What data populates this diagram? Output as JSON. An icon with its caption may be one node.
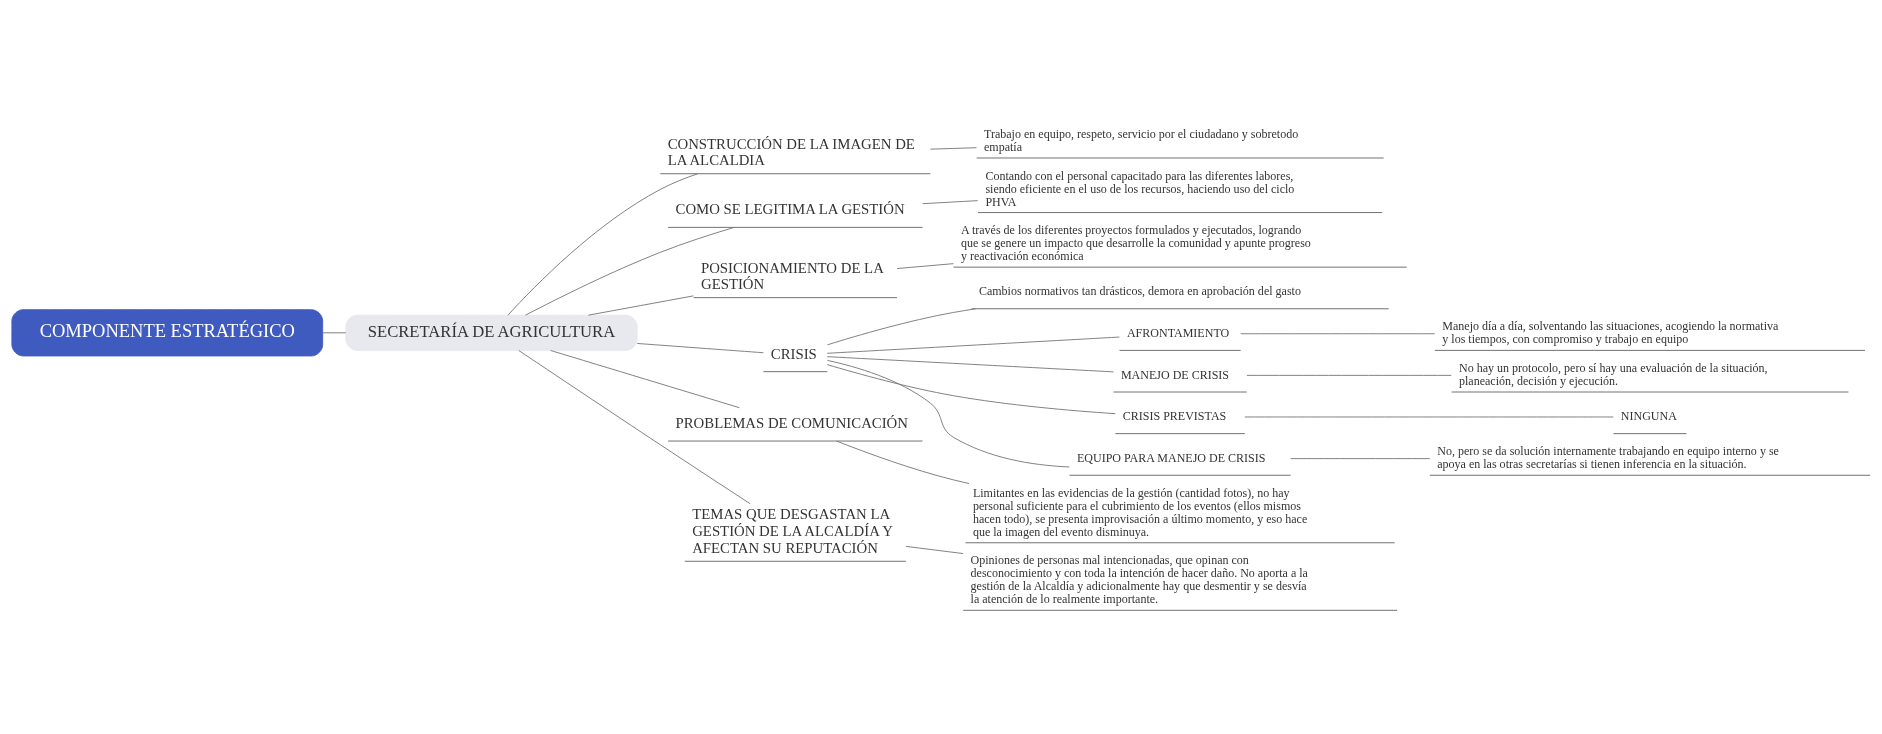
{
  "diagram": {
    "nodes": [
      {
        "text": [
          "COMPONENTE ESTRATÉGICO"
        ]
      },
      {
        "text": [
          "SECRETARÍA DE AGRICULTURA"
        ]
      },
      {
        "text": [
          "CONSTRUCCIÓN DE LA IMAGEN DE LA ALCALDIA"
        ]
      },
      {
        "text": [
          "Trabajo en equipo, respeto, servicio por el ciudadano y sobretodo empatía"
        ]
      },
      {
        "text": [
          "COMO SE LEGITIMA LA GESTIÓN"
        ]
      },
      {
        "text": [
          "Contando con el personal capacitado para las diferentes labores, siendo eficiente en el uso de los recursos, haciendo uso del ciclo PHVA"
        ]
      },
      {
        "text": [
          "POSICIONAMIENTO DE LA GESTIÓN"
        ]
      },
      {
        "text": [
          "A través de los diferentes proyectos formulados y ejecutados, logrando que se genere un impacto que desarrolle la comunidad y apunte progreso y reactivación económica"
        ]
      },
      {
        "text": [
          "CRISIS"
        ]
      },
      {
        "text": [
          "Cambios normativos tan drásticos, demora en aprobación del gasto"
        ]
      },
      {
        "text": [
          "AFRONTAMIENTO"
        ]
      },
      {
        "text": [
          "Manejo día a día, solventando las situaciones, acogiendo la normativa y los tiempos, con compromiso y trabajo en equipo"
        ]
      },
      {
        "text": [
          "MANEJO DE CRISIS"
        ]
      },
      {
        "text": [
          "No hay un protocolo, pero sí hay una evaluación de la situación, planeación, decisión y ejecución."
        ]
      },
      {
        "text": [
          "CRISIS PREVISTAS"
        ]
      },
      {
        "text": [
          "NINGUNA"
        ]
      },
      {
        "text": [
          "EQUIPO PARA MANEJO DE CRISIS"
        ]
      },
      {
        "text": [
          "No, pero se da solución internamente trabajando en equipo interno y se apoya en las otras secretarías si tienen inferencia en la situación."
        ]
      },
      {
        "text": [
          "PROBLEMAS DE COMUNICACIÓN"
        ]
      },
      {
        "text": [
          "Limitantes en las evidencias de la gestión (cantidad fotos), no hay personal suficiente para el cubrimiento de los eventos (ellos mismos hacen todo), se presenta improvisación a último momento, y eso hace que la imagen del evento disminuya."
        ]
      },
      {
        "text": [
          "TEMAS QUE DESGASTAN LA GESTIÓN DE LA ALCALDÍA Y AFECTAN SU REPUTACIÓN"
        ]
      },
      {
        "text": [
          "Opiniones de personas mal intencionadas, que opinan con desconocimiento y con toda la intención de hacer daño. No aporta a la gestión de la Alcaldía y adicionalmente hay que desmentir y se desvía la atención de lo realmente importante."
        ]
      }
    ],
    "edges": [
      {
        "from": 0,
        "to": 1,
        "arrow": "none"
      },
      {
        "from": 1,
        "to": 2,
        "arrow": "none"
      },
      {
        "from": 2,
        "to": 3,
        "arrow": "none"
      },
      {
        "from": 1,
        "to": 4,
        "arrow": "none"
      },
      {
        "from": 4,
        "to": 5,
        "arrow": "none"
      },
      {
        "from": 1,
        "to": 6,
        "arrow": "none"
      },
      {
        "from": 6,
        "to": 7,
        "arrow": "none"
      },
      {
        "from": 1,
        "to": 8,
        "arrow": "none"
      },
      {
        "from": 8,
        "to": 9,
        "arrow": "none"
      },
      {
        "from": 8,
        "to": 10,
        "arrow": "none"
      },
      {
        "from": 10,
        "to": 11,
        "arrow": "none"
      },
      {
        "from": 8,
        "to": 12,
        "arrow": "none"
      },
      {
        "from": 12,
        "to": 13,
        "arrow": "none"
      },
      {
        "from": 8,
        "to": 14,
        "arrow": "none"
      },
      {
        "from": 14,
        "to": 15,
        "arrow": "none"
      },
      {
        "from": 8,
        "to": 16,
        "arrow": "none"
      },
      {
        "from": 16,
        "to": 17,
        "arrow": "none"
      },
      {
        "from": 1,
        "to": 18,
        "arrow": "none"
      },
      {
        "from": 18,
        "to": 19,
        "arrow": "none"
      },
      {
        "from": 1,
        "to": 20,
        "arrow": "none"
      },
      {
        "from": 20,
        "to": 21,
        "arrow": "none"
      }
    ]
  }
}
